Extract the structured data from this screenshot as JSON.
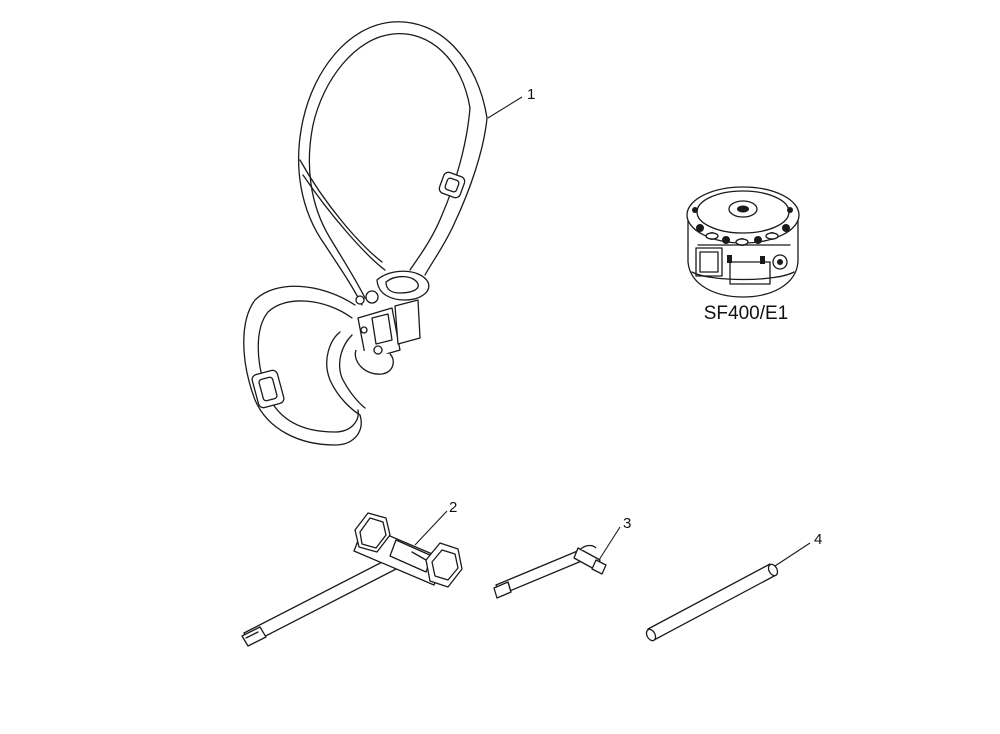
{
  "diagram": {
    "model_label": "SF400/E1",
    "callouts": {
      "strap": "1",
      "t_wrench": "2",
      "hex_key": "3",
      "rod": "4"
    },
    "parts": {
      "strap": "shoulder-strap",
      "t_wrench": "t-wrench",
      "hex_key": "hex-key",
      "rod": "rod",
      "head": "trimmer-head"
    }
  }
}
